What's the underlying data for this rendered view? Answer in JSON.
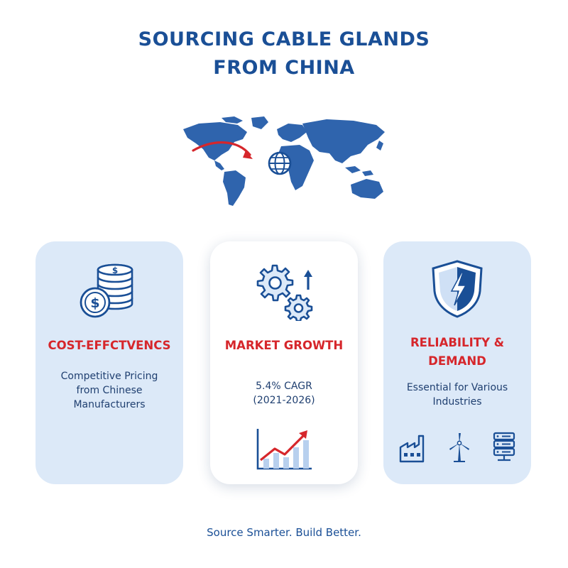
{
  "header": {
    "title_line1": "SOURCING CABLE GLANDS",
    "title_line2": "FROM CHINA"
  },
  "cards": [
    {
      "icon": "coins-dollar-icon",
      "heading": "COST-EFFCTVENCS",
      "text_lines": [
        "Competitive Pricing",
        "from Chinese",
        "Manufacturers"
      ]
    },
    {
      "icon": "gears-arrow-up-icon",
      "heading": "MARKET GROWTH",
      "text_lines": [
        "5.4% CAGR",
        "(2021-2026)"
      ],
      "chart_icon": "growth-bar-chart-icon"
    },
    {
      "icon": "shield-lightning-icon",
      "heading_lines": [
        "RELIABILITY &",
        "DEMAND"
      ],
      "text_lines": [
        "Essential for Various",
        "Industries"
      ],
      "industry_icons": [
        "factory-icon",
        "wind-turbine-icon",
        "server-icon"
      ]
    }
  ],
  "footer": {
    "tagline": "Source Smarter. Build Better."
  },
  "colors": {
    "brand_blue": "#1a4f96",
    "accent_red": "#d6262b",
    "card_bg": "#dce9f8"
  }
}
